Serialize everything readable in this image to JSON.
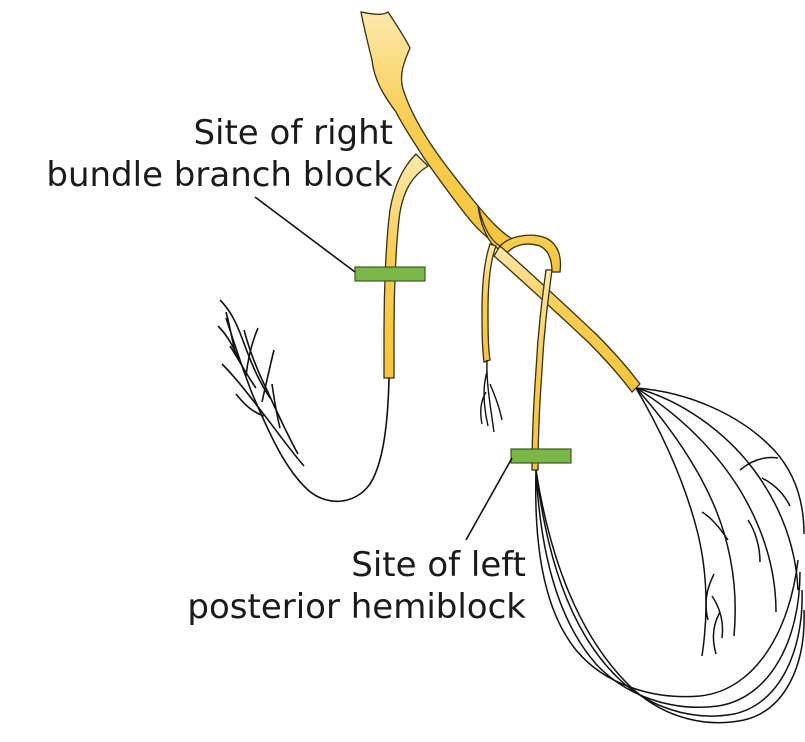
{
  "labels": {
    "right_bundle_branch_block": {
      "line1": "Site of right",
      "line2": "bundle branch block"
    },
    "left_posterior_hemiblock": {
      "line1": "Site of left",
      "line2": "posterior hemiblock"
    }
  },
  "colors": {
    "conduction_fill": "#f7c948",
    "conduction_fill_light": "#fbe39a",
    "conduction_outline": "#3a2f10",
    "block_marker": "#7ab648",
    "block_marker_outline": "#3d5a20",
    "fiber_stroke": "#111111",
    "text": "#1a1a1a"
  }
}
